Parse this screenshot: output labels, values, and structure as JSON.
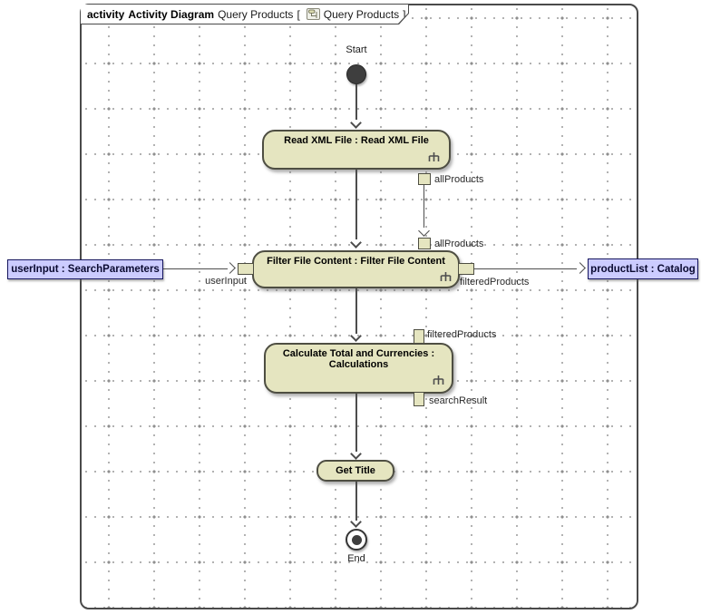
{
  "diagram": {
    "keyword": "activity",
    "type_label": "Activity Diagram",
    "name": "Query Products",
    "ref_open": "[",
    "ref_name": "Query Products",
    "ref_close": "]"
  },
  "nodes": {
    "start_label": "Start",
    "end_label": "End",
    "read_action": "Read XML File : Read XML File",
    "filter_action": "Filter File Content : Filter File Content",
    "calculate_action": "Calculate Total and Currencies : Calculations",
    "get_title_action": "Get Title",
    "user_input_object": "userInput : SearchParameters",
    "product_list_object": "productList : Catalog"
  },
  "pins": {
    "all_products_out": "allProducts",
    "all_products_in": "allProducts",
    "user_input": "userInput",
    "filtered_products_out": "filteredProducts",
    "filtered_products_in": "filteredProducts",
    "search_result": "searchResult"
  },
  "icons": {
    "rake": "rake-icon",
    "diagram": "activity-diagram-icon"
  },
  "colors": {
    "action_fill": "#e5e5c0",
    "action_border": "#4e4e42",
    "object_fill": "#ccccff",
    "object_border": "#16165e",
    "edge": "#4d4d4d",
    "start_end_fill": "#3e3e3e",
    "grid_dot": "#9c9c9c"
  }
}
